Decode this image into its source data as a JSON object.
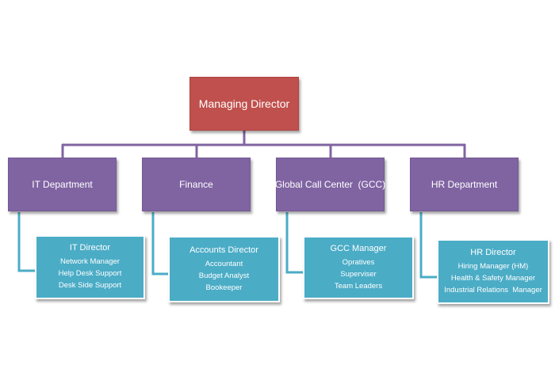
{
  "org_chart": {
    "root": {
      "label": "Managing Director"
    },
    "departments": [
      {
        "label": "IT Department",
        "sub": {
          "head": "IT Director",
          "items": [
            "Network Manager",
            "Help Desk Support",
            "Desk Side Support"
          ]
        }
      },
      {
        "label": "Finance",
        "sub": {
          "head": "Accounts Director",
          "items": [
            "Accountant",
            "Budget Analyst",
            "Bookeeper"
          ]
        }
      },
      {
        "label": "Global Call Center  (GCC)",
        "sub": {
          "head": "GCC Manager",
          "items": [
            "Opratives",
            "Superviser",
            "Team Leaders"
          ]
        }
      },
      {
        "label": "HR Department",
        "sub": {
          "head": "HR Director",
          "items": [
            "Hiring Manager (HM)",
            "Health & Safety Manager",
            "Industrial Relations  Manager"
          ]
        }
      }
    ],
    "colors": {
      "root_fill": "#c0504d",
      "department_fill": "#8064a2",
      "subbox_fill": "#4bacc6",
      "connector_purple": "#8064a2",
      "connector_blue": "#4bacc6"
    }
  }
}
